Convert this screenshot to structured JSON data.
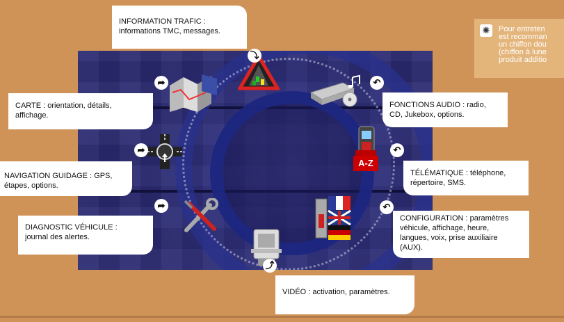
{
  "callouts": {
    "information_trafic": "INFORMATION TRAFIC :\ninformations TMC, messages.",
    "carte": "CARTE : orientation, détails,\naffichage.",
    "navigation": "NAVIGATION GUIDAGE : GPS,\nétapes, options.",
    "diagnostic": "DIAGNOSTIC VÉHICULE :\njournal des alertes.",
    "fonctions_audio": "FONCTIONS AUDIO : radio,\nCD, Jukebox, options.",
    "telematique": "TÉLÉMATIQUE : téléphone,\nrépertoire, SMS.",
    "configuration": "CONFIGURATION : paramètres\nvéhicule, affichage, heure,\nlangues, voix, prise auxiliaire\n(AUX).",
    "video": "VIDÉO : activation, paramètres."
  },
  "phone_label": "A-Z",
  "note_lines": [
    "Pour entreten",
    "est recomman",
    "un chiffon dou",
    "(chiffon à lune",
    "produit additio"
  ],
  "colors": {
    "background": "#cf9358",
    "screen": "#2a2a72",
    "note": "#e4b57b"
  },
  "icons": [
    "road-warning-icon",
    "map-icon",
    "crossroad-icon",
    "wrench-icon",
    "audio-player-icon",
    "phone-icon",
    "flags-settings-icon",
    "video-card-icon",
    "lightbulb-icon"
  ]
}
